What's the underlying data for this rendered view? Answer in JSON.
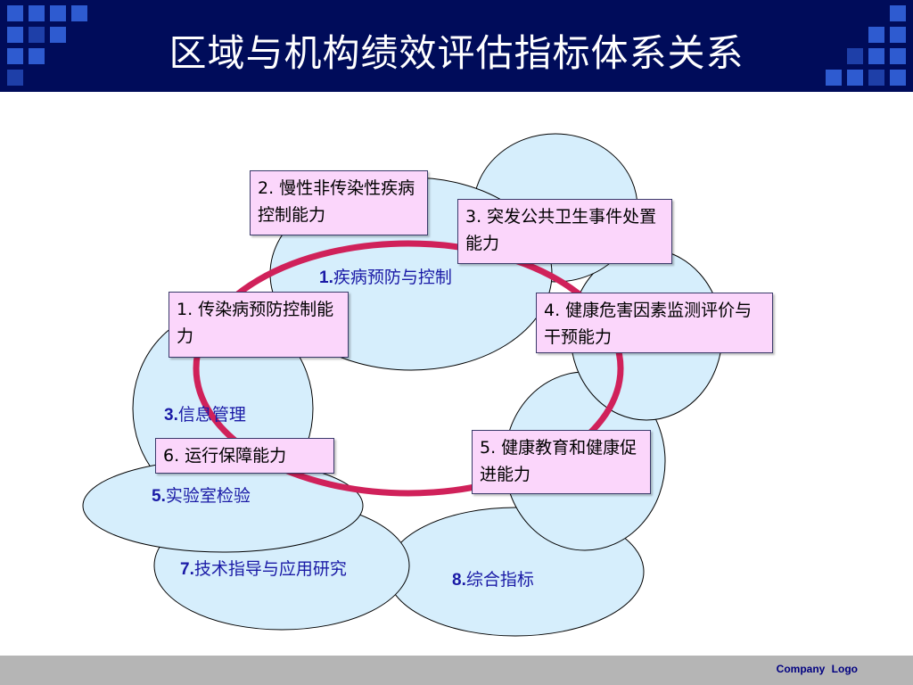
{
  "slide": {
    "title": "区域与机构绩效评估指标体系关系",
    "footer_logo": "Company  Logo"
  },
  "domains": [
    {
      "num": "1.",
      "label": "疾病预防与控制"
    },
    {
      "num": "3.",
      "label": "信息管理"
    },
    {
      "num": "5.",
      "label": "实验室检验"
    },
    {
      "num": "7.",
      "label": "技术指导与应用研究"
    },
    {
      "num": "8.",
      "label": "综合指标"
    }
  ],
  "capabilities": [
    "1. 传染病预防控制能力",
    "2. 慢性非传染性疾病控制能力",
    "3. 突发公共卫生事件处置能力",
    "4. 健康危害因素监测评价与干预能力",
    "5. 健康教育和健康促进能力",
    "6. 运行保障能力"
  ],
  "colors": {
    "header_bg": "#000c5a",
    "ellipse_fill": "#d6eefc",
    "ring": "#d0215a",
    "box_fill": "#fbd6fb",
    "label_text": "#1a1aa6"
  }
}
